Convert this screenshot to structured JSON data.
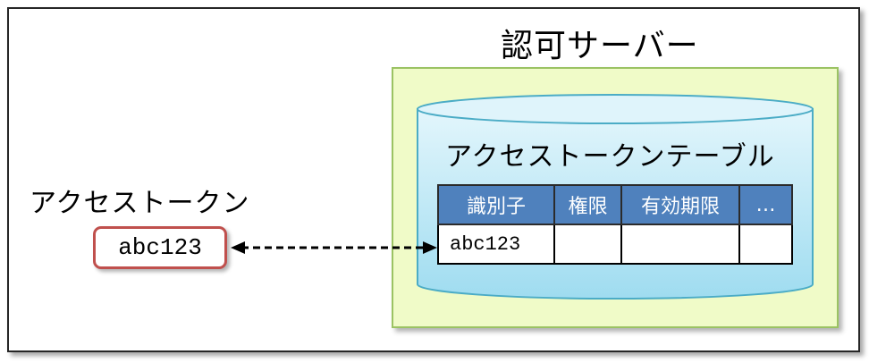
{
  "server": {
    "title": "認可サーバー"
  },
  "database": {
    "title": "アクセストークンテーブル",
    "table": {
      "headers": [
        "識別子",
        "権限",
        "有効期限",
        "…"
      ],
      "rows": [
        [
          "abc123",
          "",
          "",
          ""
        ]
      ]
    }
  },
  "token": {
    "label": "アクセストークン",
    "value": "abc123"
  },
  "colors": {
    "server_fill": "#f0fbc8",
    "server_border": "#9bc363",
    "db_fill": "#aee3f3",
    "db_border": "#4bacc6",
    "header_fill": "#4f81bd",
    "token_border": "#c0504d"
  }
}
